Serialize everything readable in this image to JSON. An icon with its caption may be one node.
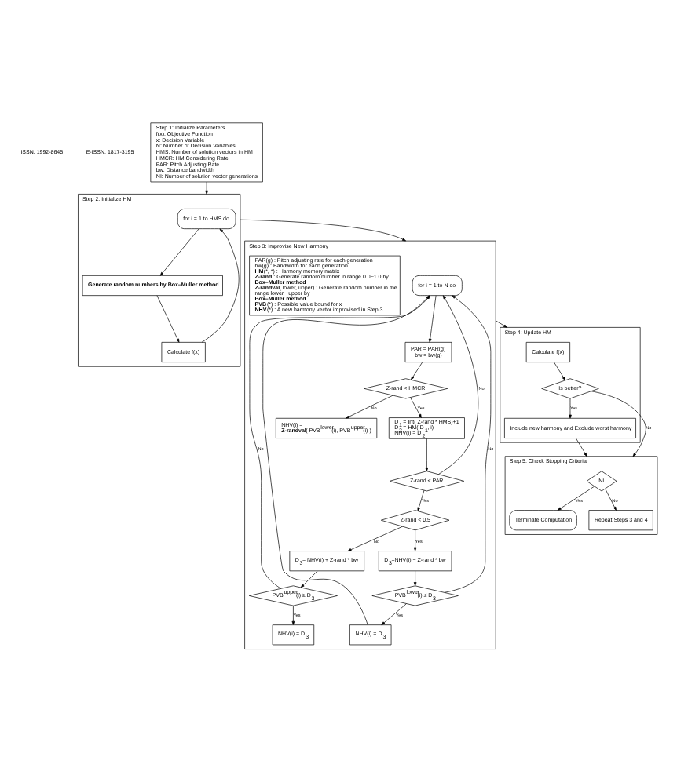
{
  "diagram": {
    "nodes": [
      {
        "text": [
          "Step 1: Initialize Parameters",
          "f(x): Objective Function",
          "x: Decision Variable",
          "N: Number of Decision Variables",
          "HMS: Number of solution vectors in HM",
          "HMCR: HM Considering Rate",
          "PAR: Pitch Adjusting Rate",
          "bw: Distance bandwidth",
          "NI: Number of solution vector generations"
        ]
      },
      {
        "text": [
          "Step 2: Initialize HM"
        ]
      },
      {
        "text": [
          "for i = 1 to HMS do"
        ],
        "in": 1
      },
      {
        "text": [
          "**Generate random numbers by Box–Muller method**"
        ],
        "in": 1
      },
      {
        "text": [
          "Calculate f(x)"
        ],
        "in": 1
      },
      {
        "text": [
          "Step 3: Improvise New Harmony"
        ]
      },
      {
        "text": [
          "for i = 1 to N do"
        ],
        "in": 5
      },
      {
        "text": [
          "PAR = PAR(g)",
          "bw = bw(g)"
        ],
        "in": 5
      },
      {
        "text": [
          "Z-rand < HMCR"
        ],
        "in": 5
      },
      {
        "text": [
          "NHV(i) =",
          "**Z-randval**( PVB$^{lower}$(i), PVB$^{upper}$(i) )"
        ],
        "in": 5
      },
      {
        "text": [
          "D$_{1}$ = Int( Z-rand * HMS)+1",
          "D$_{2}$ = HM( D$_{1}$, i)",
          "NHV(i) = D$_{2}$"
        ],
        "in": 5
      },
      {
        "text": [
          "Z-rand < PAR"
        ],
        "in": 5
      },
      {
        "text": [
          "Z-rand < 0.5"
        ],
        "in": 5
      },
      {
        "text": [
          "D$_{3}$=NHV(i) − Z-rand * bw"
        ],
        "in": 5
      },
      {
        "text": [
          "D$_{3}$= NHV(i) + Z-rand * bw"
        ],
        "in": 5
      },
      {
        "text": [
          "PVB$^{lower}$(i) ≤ D$_{3}$"
        ],
        "in": 5
      },
      {
        "text": [
          "PVB$^{upper}$(i) ≥ D$_{3}$"
        ],
        "in": 5
      },
      {
        "text": [
          "NHV(i) = D$_{3}$"
        ],
        "in": 5
      },
      {
        "text": [
          "NHV(i) = D$_{3}$"
        ],
        "in": 5
      },
      {
        "text": [
          "PAR(g) : Pitch adjusting rate for each generation",
          "bw(g) : Bandwidth for each generation",
          "**HM**(*, *) : Harmony memory matrix",
          "**Z-rand** : Generate random number in range 0.0~1.0 by **Box–Muller method**",
          "**Z-randval**( lower, upper) : Generate random number in the range lower~ upper by **Box–Muller method**",
          "**PVB**(*) : Possible value bound for x$_{i}$",
          "**NHV**(*) : A new harmony vector improvised in Step 3"
        ],
        "in": 5
      },
      {
        "text": [
          "Step 4: Update HM"
        ]
      },
      {
        "text": [
          "Calculate f(x)"
        ],
        "in": 20
      },
      {
        "text": [
          "Is better?"
        ],
        "in": 20
      },
      {
        "text": [
          "Include new harmony and Exclude worst harmony"
        ],
        "in": 20
      },
      {
        "text": [
          "Step 5: Check Stopping Criteria"
        ]
      },
      {
        "text": [
          "NI"
        ],
        "in": 24
      },
      {
        "text": [
          "Terminate Computation"
        ],
        "in": 24
      },
      {
        "text": [
          "Repeat Steps 3 and 4"
        ],
        "in": 24
      }
    ],
    "edges": [
      {
        "from": 0,
        "to": 1,
        "arrow": "to"
      },
      {
        "from": 2,
        "to": 3,
        "arrow": "to"
      },
      {
        "from": 3,
        "to": 4,
        "arrow": "to"
      },
      {
        "from": 4,
        "to": 2,
        "arrow": "to"
      },
      {
        "from": 1,
        "to": 5,
        "arrow": "to"
      },
      {
        "from": 6,
        "to": 7,
        "arrow": "to"
      },
      {
        "from": 7,
        "to": 8,
        "arrow": "to"
      },
      {
        "from": 8,
        "to": 9,
        "arrow": "to",
        "label": "No"
      },
      {
        "from": 8,
        "to": 10,
        "arrow": "to",
        "label": "Yes"
      },
      {
        "from": 10,
        "to": 11,
        "arrow": "to"
      },
      {
        "from": 11,
        "to": 12,
        "arrow": "to",
        "label": "Yes"
      },
      {
        "from": 11,
        "to": 6,
        "arrow": "to",
        "label": "No"
      },
      {
        "from": 12,
        "to": 13,
        "arrow": "to",
        "label": "Yes"
      },
      {
        "from": 12,
        "to": 14,
        "arrow": "to",
        "label": "No"
      },
      {
        "from": 13,
        "to": 15,
        "arrow": "to"
      },
      {
        "from": 14,
        "to": 16,
        "arrow": "to"
      },
      {
        "from": 15,
        "to": 17,
        "arrow": "to",
        "label": "Yes"
      },
      {
        "from": 15,
        "to": 6,
        "arrow": "to",
        "label": "No"
      },
      {
        "from": 17,
        "to": 6,
        "arrow": "to"
      },
      {
        "from": 16,
        "to": 18,
        "arrow": "to",
        "label": "Yes"
      },
      {
        "from": 16,
        "to": 6,
        "arrow": "to",
        "label": "No"
      },
      {
        "from": 5,
        "to": 20,
        "arrow": "to"
      },
      {
        "from": 21,
        "to": 22,
        "arrow": "to"
      },
      {
        "from": 22,
        "to": 23,
        "arrow": "to",
        "label": "Yes"
      },
      {
        "from": 22,
        "to": 24,
        "arrow": "to",
        "label": "No"
      },
      {
        "from": 23,
        "to": 24,
        "arrow": "to"
      },
      {
        "from": 25,
        "to": 26,
        "arrow": "to",
        "label": "Yes"
      },
      {
        "from": 25,
        "to": 27,
        "arrow": "to",
        "label": "No"
      }
    ],
    "labels": [
      "ISSN: 1992-8645",
      "E-ISSN: 1817-3195"
    ]
  }
}
